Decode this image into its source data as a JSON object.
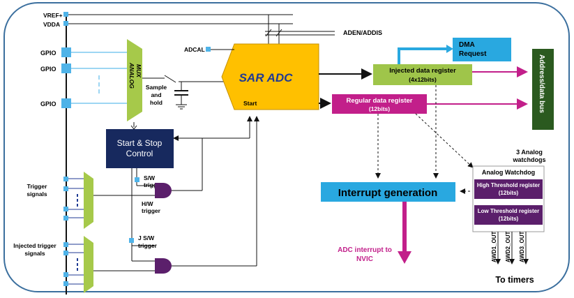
{
  "pins": {
    "vref": "VREF+",
    "vdda": "VDDA",
    "gpio": [
      "GPIO",
      "GPIO",
      "GPIO"
    ]
  },
  "mux": {
    "label": "ANALOG\nMUX"
  },
  "sample_hold": "Sample\nand\nhold",
  "adcal": "ADCAL",
  "aden": "ADEN/ADDIS",
  "sar": {
    "title": "SAR ADC",
    "start": "Start"
  },
  "dma": "DMA\nRequest",
  "bus": "Address/data bus",
  "injected_reg": {
    "title": "Injected data register",
    "sub": "(4x12bits)"
  },
  "regular_reg": {
    "title": "Regular data register",
    "sub": "(12bits)"
  },
  "start_stop": "Start & Stop\nControl",
  "sw_trigger": "S/W\ntrigger",
  "hw_trigger": "H/W\ntrigger",
  "jsw_trigger": "J S/W\ntrigger",
  "trigger_signals": "Trigger\nsignals",
  "injected_trigger_signals": "Injected trigger\nsignals",
  "interrupt": "Interrupt generation",
  "adc_irq": "ADC interrupt to\nNVIC",
  "watchdog": {
    "count_label": "3 Analog\nwatchdogs",
    "title": "Analog Watchdog",
    "high": "High Threshold register\n(12bits)",
    "low": "Low Threshold register\n(12bits)",
    "outputs": [
      "AWD1_OUT",
      "AWD2_OUT",
      "AWD3_OUT"
    ]
  },
  "to_timers": "To timers",
  "colors": {
    "border": "#3b6f9e",
    "pin": "#4fb3e8",
    "mux": "#a6c94a",
    "sar": "#ffc000",
    "sar_text": "#1f3a93",
    "dma": "#29a8e0",
    "bus": "#2b5a1f",
    "injected": "#9fc54a",
    "regular": "#c21f8a",
    "start_stop": "#17295e",
    "gate": "#5b1f6b",
    "interrupt": "#29a8e0",
    "watchdog_reg": "#5b1f6b",
    "magenta": "#c21f8a"
  }
}
